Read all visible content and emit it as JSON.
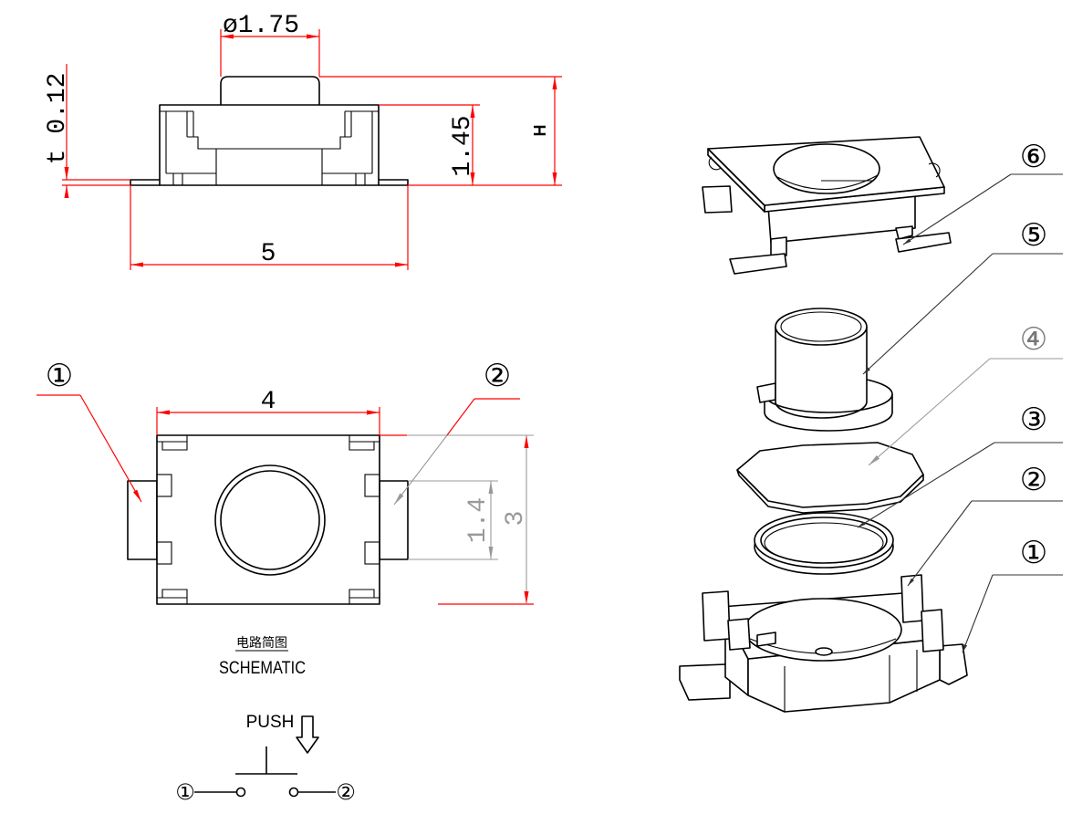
{
  "side_view": {
    "diameter": "ø1.75",
    "thickness": "t 0.12",
    "body_height": "1.45",
    "total_height": "H",
    "length": "5"
  },
  "top_view": {
    "width": "4",
    "terminal_width": "1.4",
    "depth": "3",
    "callout_terminal_1": "①",
    "callout_terminal_2": "②"
  },
  "schematic": {
    "title_cn": "电路简图",
    "title_en": "SCHEMATIC",
    "push_label": "PUSH",
    "terminal_1": "①",
    "terminal_2": "②"
  },
  "exploded_view": {
    "part_labels": [
      "⑥",
      "⑤",
      "④",
      "③",
      "②",
      "①"
    ]
  },
  "colors": {
    "dimension": "#ff0000",
    "reference_dimension": "#999999",
    "outline": "#000000"
  }
}
